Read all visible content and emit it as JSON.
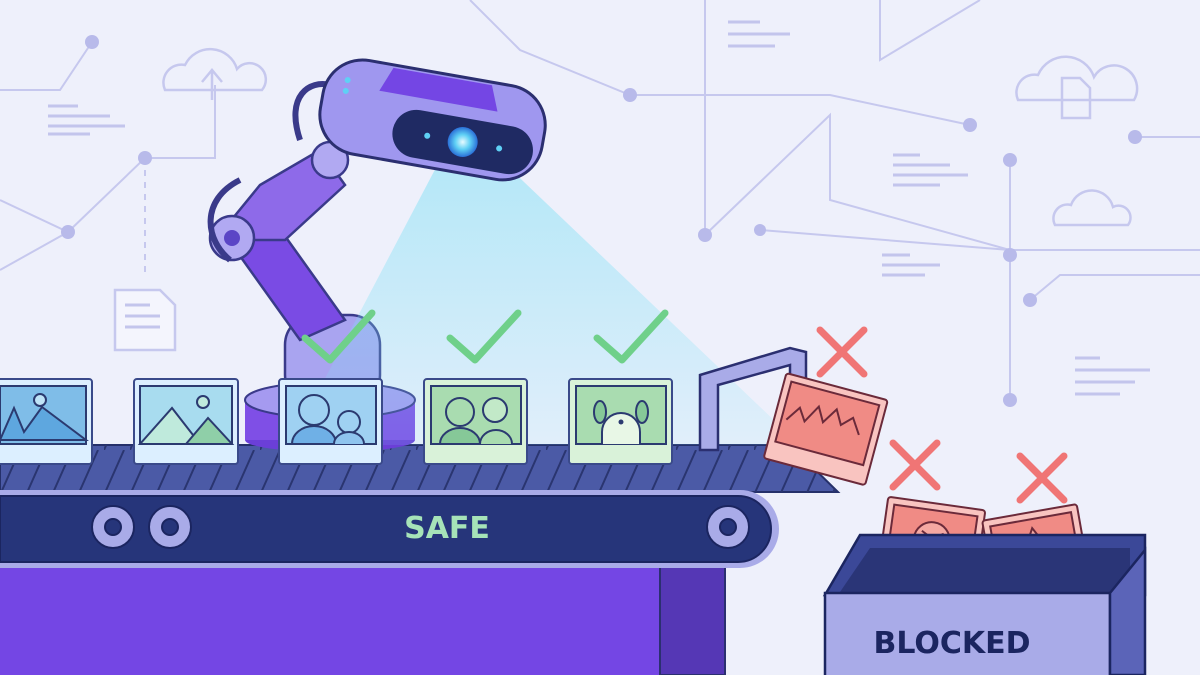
{
  "belt": {
    "label": "SAFE"
  },
  "bin": {
    "label": "BLOCKED"
  },
  "colors": {
    "background": "#eef0fb",
    "belt": "#2b3a7a",
    "base": "#7446e4",
    "safe_text": "#a6e3b8",
    "approved": "#6fd08a",
    "rejected": "#f07575",
    "bin": "#a9abe8",
    "scanner_light": "#7fe0f5"
  },
  "items": [
    {
      "type": "landscape-image",
      "status": "pending"
    },
    {
      "type": "landscape-image",
      "status": "pending"
    },
    {
      "type": "people-image",
      "status": "approved",
      "icon": "check-icon"
    },
    {
      "type": "people-image",
      "status": "approved",
      "icon": "check-icon"
    },
    {
      "type": "dog-image",
      "status": "approved",
      "icon": "check-icon"
    },
    {
      "type": "violent-image",
      "status": "blocked",
      "icon": "x-icon"
    },
    {
      "type": "angry-face-image",
      "status": "blocked",
      "icon": "x-icon"
    },
    {
      "type": "warning-image",
      "status": "blocked",
      "icon": "x-icon"
    }
  ]
}
